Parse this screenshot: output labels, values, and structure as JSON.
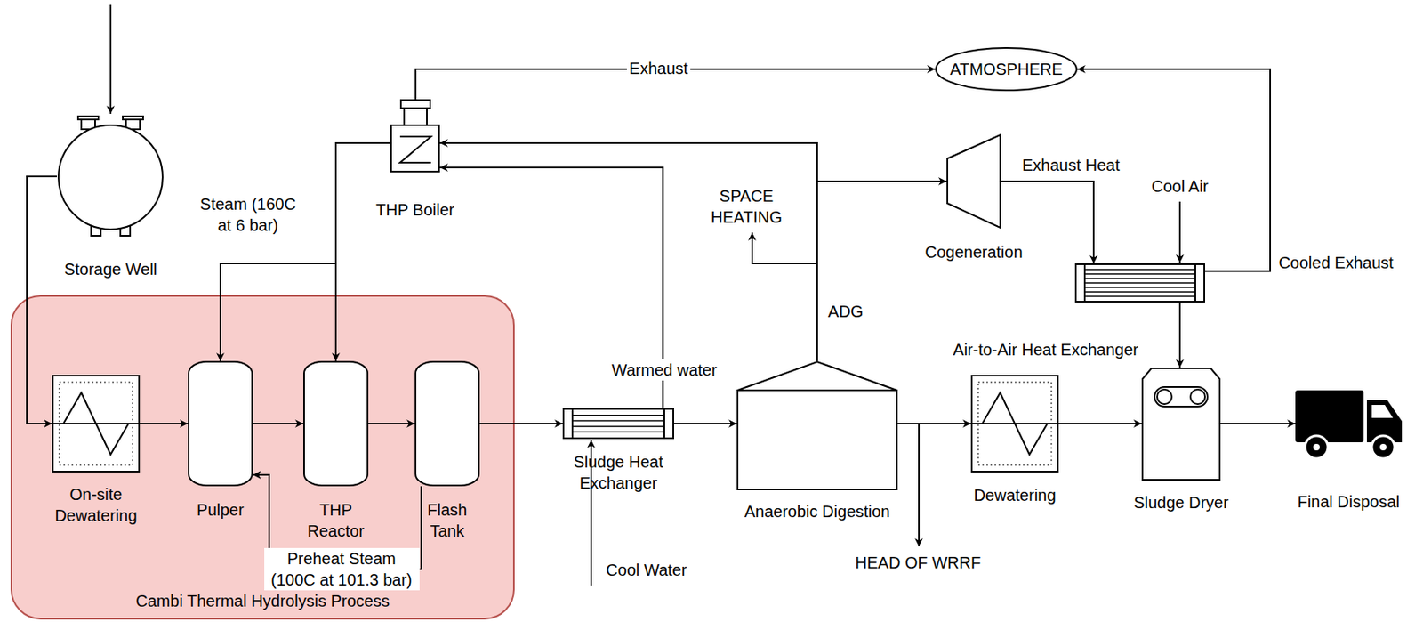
{
  "diagram": {
    "nodes": [
      {
        "text": [
          "Cambi Thermal Hydrolysis Process"
        ]
      },
      {
        "text": [
          "Storage Well"
        ]
      },
      {
        "text": [
          "THP Boiler"
        ]
      },
      {
        "text": [
          "ATMOSPHERE"
        ]
      },
      {
        "text": [
          "On-site Dewatering"
        ],
        "in": 0
      },
      {
        "text": [
          "Pulper"
        ],
        "in": 0
      },
      {
        "text": [
          "THP Reactor"
        ],
        "in": 0
      },
      {
        "text": [
          "Flash Tank"
        ],
        "in": 0
      },
      {
        "text": [
          "Sludge Heat Exchanger"
        ]
      },
      {
        "text": [
          "Anaerobic Digestion"
        ]
      },
      {
        "text": [
          "Cogeneration"
        ]
      },
      {
        "text": [
          "Air-to-Air Heat Exchanger"
        ]
      },
      {
        "text": [
          "Dewatering"
        ]
      },
      {
        "text": [
          "Sludge Dryer"
        ]
      },
      {
        "text": [
          "Final Disposal"
        ]
      }
    ],
    "edges": [
      {
        "from": 1,
        "to": 4,
        "arrow": "to"
      },
      {
        "from": 4,
        "to": 5,
        "arrow": "to"
      },
      {
        "from": 5,
        "to": 6,
        "arrow": "to"
      },
      {
        "from": 6,
        "to": 7,
        "arrow": "to"
      },
      {
        "from": 7,
        "to": 5,
        "label": "Preheat Steam (100C at 101.3 bar)",
        "arrow": "to"
      },
      {
        "from": 2,
        "to": 5,
        "label": "Steam (160C at 6 bar)",
        "arrow": "to"
      },
      {
        "from": 2,
        "to": 6,
        "arrow": "to"
      },
      {
        "from": 7,
        "to": 8,
        "arrow": "to"
      },
      {
        "from": 8,
        "to": 2,
        "label": "Warmed water",
        "arrow": "to"
      },
      {
        "from": 8,
        "to": 9,
        "arrow": "to"
      },
      {
        "from": 9,
        "to": 2,
        "label": "ADG",
        "arrow": "to"
      },
      {
        "from": 9,
        "to": 10,
        "arrow": "to"
      },
      {
        "from": 2,
        "to": 3,
        "label": "Exhaust",
        "arrow": "to"
      },
      {
        "from": 10,
        "to": 11,
        "label": "Exhaust Heat",
        "arrow": "to"
      },
      {
        "from": 11,
        "to": 3,
        "label": "Cooled Exhaust",
        "arrow": "to"
      },
      {
        "from": 11,
        "to": 13,
        "arrow": "to"
      },
      {
        "from": 9,
        "to": 12,
        "arrow": "to"
      },
      {
        "from": 12,
        "to": 13,
        "arrow": "to"
      },
      {
        "from": 13,
        "to": 14,
        "arrow": "to"
      }
    ],
    "labels": [
      "SPACE HEATING",
      "Cool Water",
      "Cool Air",
      "HEAD OF WRRF"
    ]
  }
}
